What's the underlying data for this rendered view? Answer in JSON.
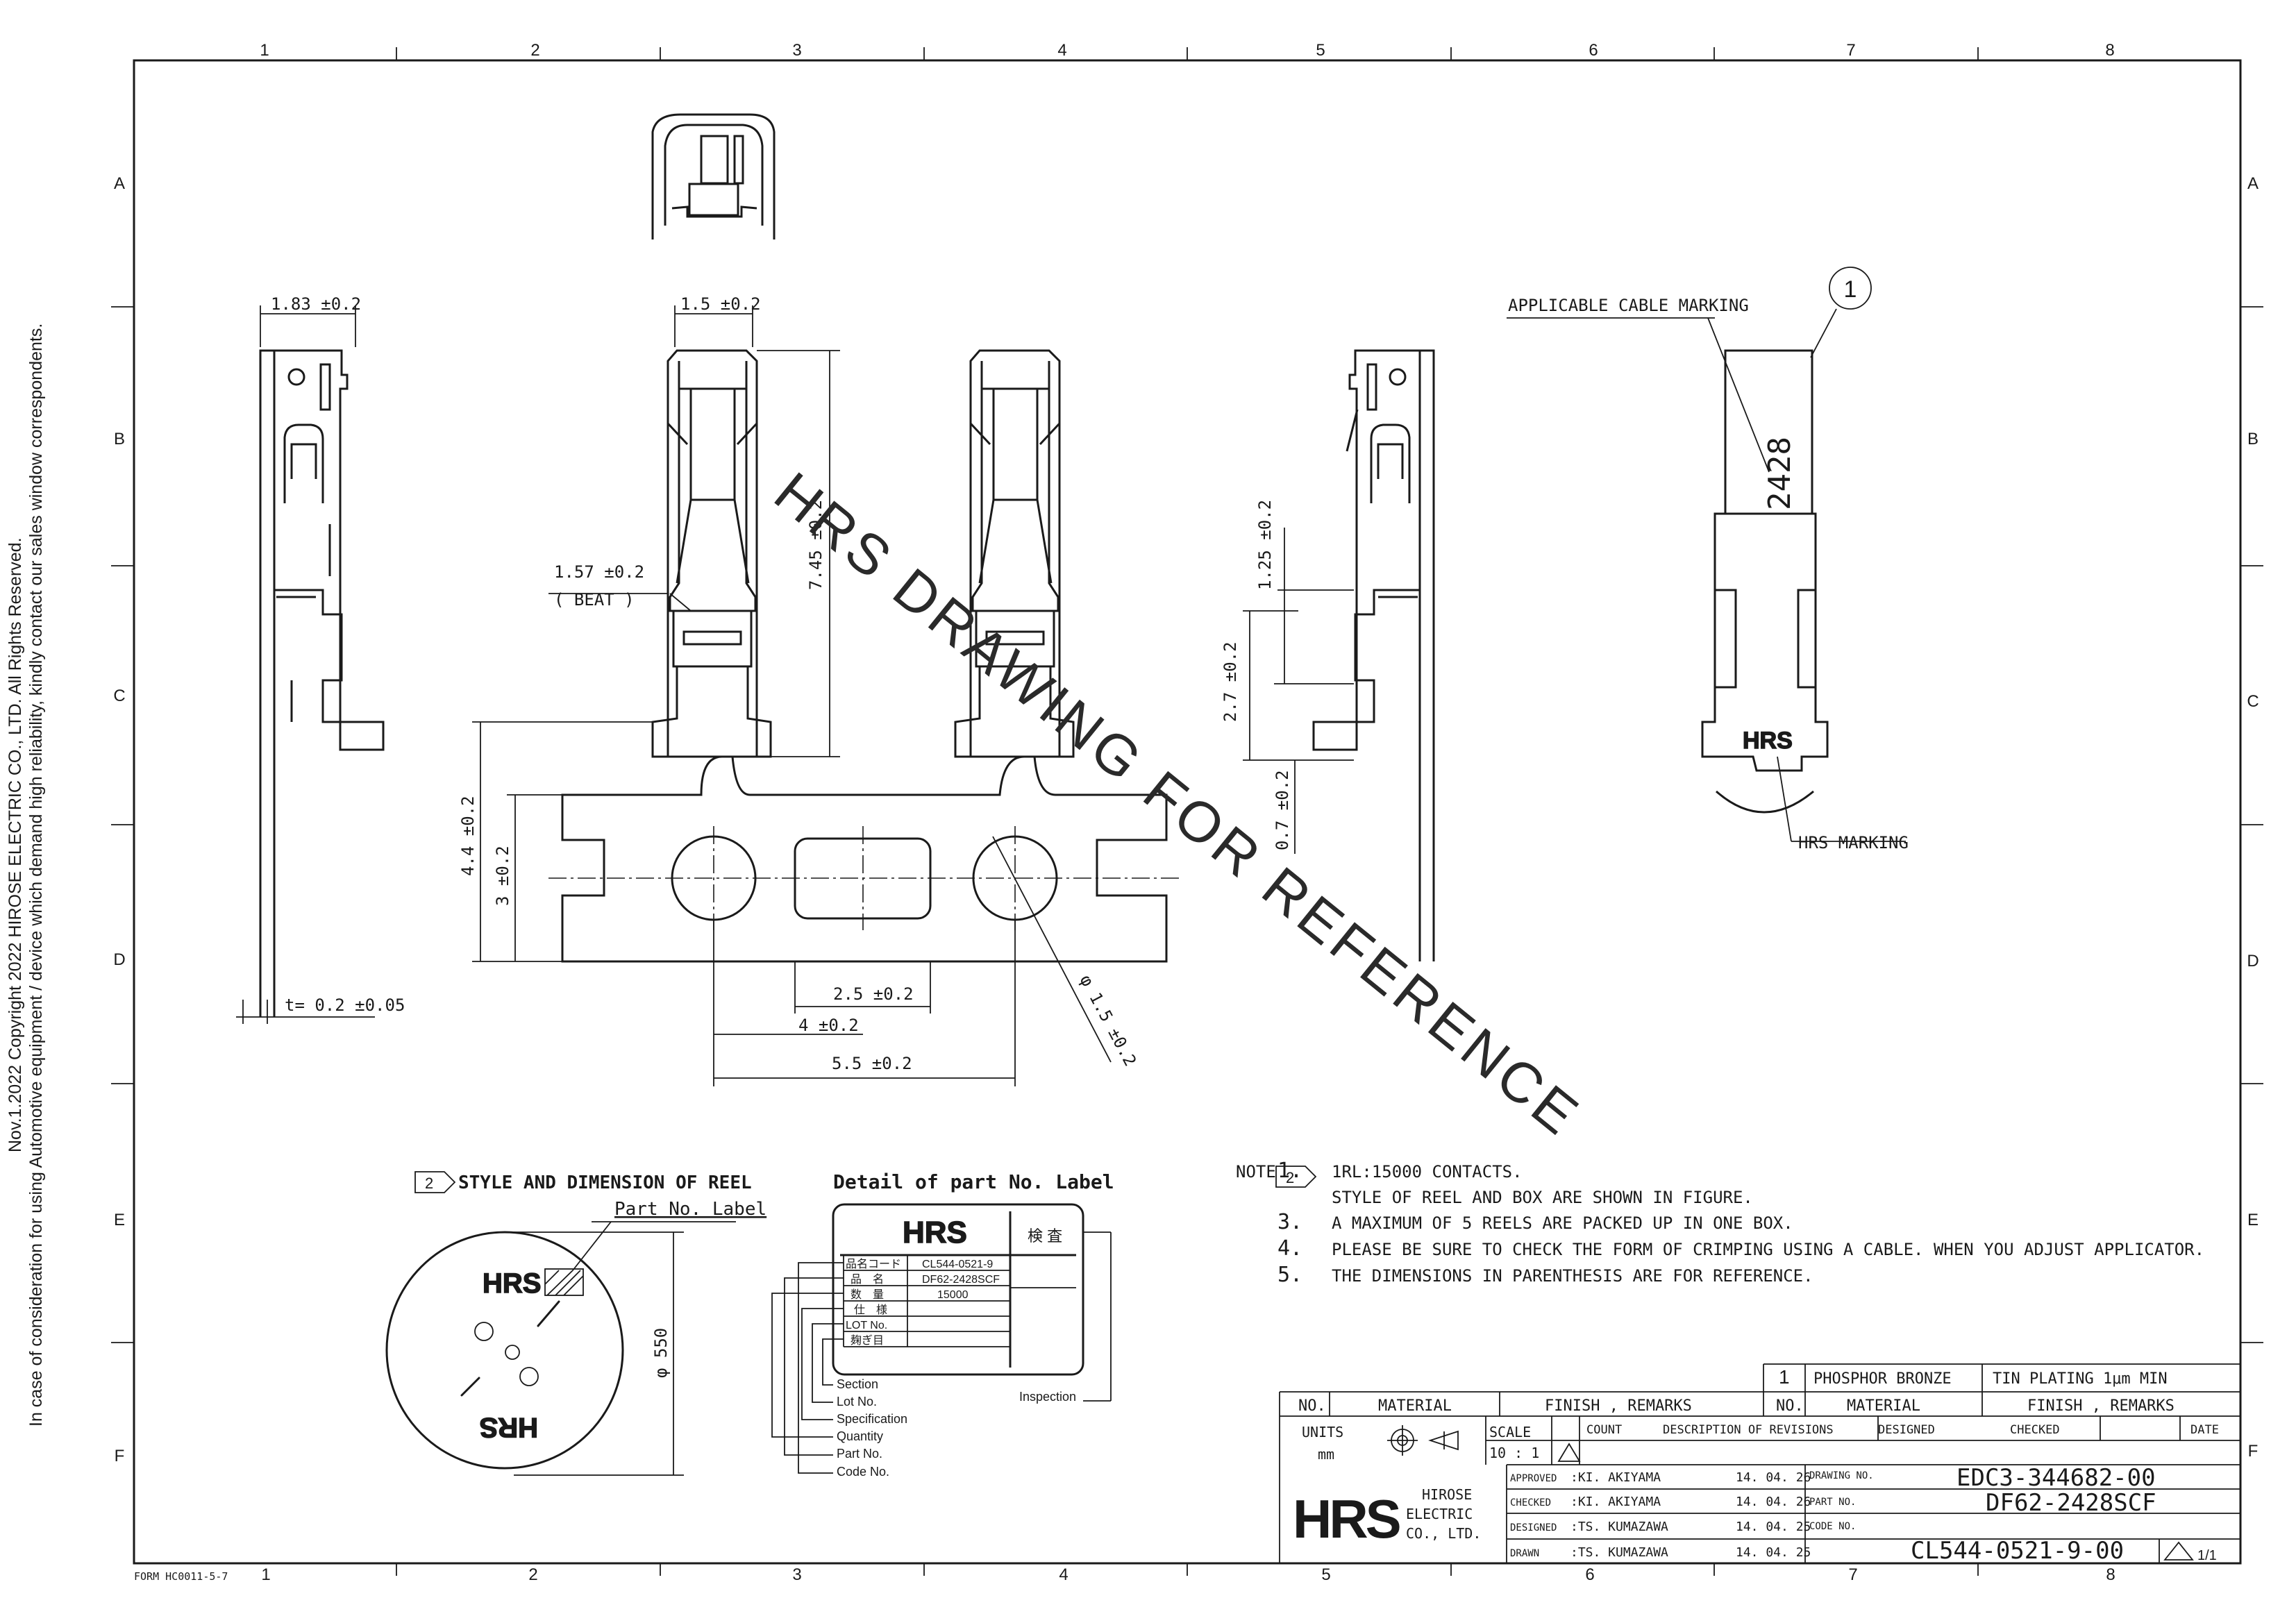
{
  "side_text": {
    "line1": "Nov.1.2022 Copyright 2022 HIROSE ELECTRIC CO., LTD. All Rights Reserved.",
    "line2": "In case of consideration for using Automotive equipment / device which demand high reliability, kindly contact our sales window correspondents."
  },
  "grid": {
    "columns": [
      "1",
      "2",
      "3",
      "4",
      "5",
      "6",
      "7",
      "8"
    ],
    "rows": [
      "A",
      "B",
      "C",
      "D",
      "E",
      "F"
    ]
  },
  "form_code": "FORM HC0011-5-7",
  "watermark": "HRS DRAWING FOR REFERENCE",
  "dimensions": {
    "d1": "1.83 ±0.2",
    "d2": "1.5 ±0.2",
    "d3": "1.57 ±0.2",
    "d3b": "( BEAT )",
    "d4": "7.45 ±0.2",
    "d5": "4.4 ±0.2",
    "d6": "3 ±0.2",
    "d7": "2.5 ±0.2",
    "d8": "4 ±0.2",
    "d9": "5.5 ±0.2",
    "d10": "φ 1.5 ±0.2",
    "d11": "t= 0.2 ±0.05",
    "d12": "1.25 ±0.2",
    "d13": "2.7 ±0.2",
    "d14": "0.7 ±0.2"
  },
  "labels": {
    "cable_marking": "APPLICABLE CABLE MARKING",
    "hrs_marking": "HRS MARKING",
    "marking_value": "2428",
    "balloon": "1"
  },
  "reel": {
    "title_tag": "2",
    "title": "STYLE AND DIMENSION OF REEL",
    "part_label": "Part No. Label",
    "diameter": "φ 550"
  },
  "detail": {
    "title": "Detail of part No. Label",
    "inspect": "検 査",
    "rows": [
      {
        "key": "品名コード",
        "val": "CL544-0521-9"
      },
      {
        "key": "品　名",
        "val": "DF62-2428SCF"
      },
      {
        "key": "数　量",
        "val": "15000"
      },
      {
        "key": "仕　様",
        "val": ""
      },
      {
        "key": "LOT No.",
        "val": ""
      },
      {
        "key": "麹ぎ目",
        "val": ""
      }
    ],
    "legend": [
      "Section",
      "Lot No.",
      "Specification",
      "Quantity",
      "Part No.",
      "Code No."
    ],
    "inspection": "Inspection"
  },
  "notes": {
    "heading": "NOTE",
    "items": [
      {
        "num": "1.",
        "text": "1RL:15000 CONTACTS."
      },
      {
        "num": "2",
        "text": "STYLE OF REEL AND BOX ARE SHOWN IN FIGURE."
      },
      {
        "num": "3.",
        "text": "A MAXIMUM OF 5 REELS ARE PACKED UP IN ONE BOX."
      },
      {
        "num": "4.",
        "text": "PLEASE BE SURE TO CHECK THE FORM OF CRIMPING USING A CABLE. WHEN YOU ADJUST APPLICATOR."
      },
      {
        "num": "5.",
        "text": "THE DIMENSIONS IN PARENTHESIS ARE FOR REFERENCE."
      }
    ]
  },
  "title_block": {
    "mat_no": "1",
    "material": "PHOSPHOR BRONZE",
    "finish": "TIN PLATING 1μm MIN",
    "h_no": "NO.",
    "h_material": "MATERIAL",
    "h_finish": "FINISH , REMARKS",
    "units_label": "UNITS",
    "units": "mm",
    "scale_label": "SCALE",
    "scale": "10 : 1",
    "count": "COUNT",
    "desc_rev": "DESCRIPTION OF REVISIONS",
    "designed": "DESIGNED",
    "checked": "CHECKED",
    "date": "DATE",
    "company1": "HIROSE",
    "company2": "ELECTRIC",
    "company3": "CO., LTD.",
    "approvals": [
      {
        "role": "APPROVED",
        "name": ":KI. AKIYAMA",
        "date": "14. 04. 26"
      },
      {
        "role": "CHECKED",
        "name": ":KI. AKIYAMA",
        "date": "14. 04. 26"
      },
      {
        "role": "DESIGNED",
        "name": ":TS. KUMAZAWA",
        "date": "14. 04. 25"
      },
      {
        "role": "DRAWN",
        "name": ":TS. KUMAZAWA",
        "date": "14. 04. 25"
      }
    ],
    "drawing_no_label": "DRAWING NO.",
    "drawing_no": "EDC3-344682-00",
    "part_no_label": "PART NO.",
    "part_no": "DF62-2428SCF",
    "code_no_label": "CODE NO.",
    "code_no": "CL544-0521-9-00",
    "sheet": "1/1"
  }
}
